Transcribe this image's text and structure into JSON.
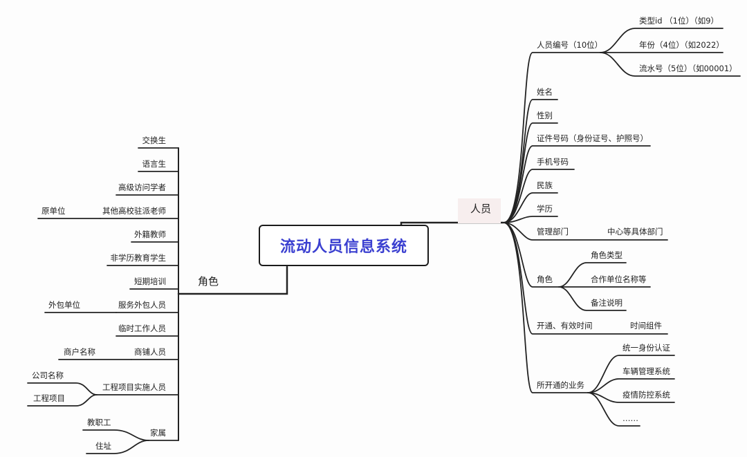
{
  "root": {
    "title": "流动人员信息系统"
  },
  "right": {
    "label": "人员",
    "id_node": {
      "label": "人员编号（10位）",
      "children": [
        "类型id （1位）（如9）",
        "年份（4位）（如2022）",
        "流水号（5位）（如00001）"
      ]
    },
    "name": "姓名",
    "gender": "性别",
    "id_card": "证件号码（身份证号、护照号）",
    "phone": "手机号码",
    "ethnicity": "民族",
    "education": "学历",
    "dept": {
      "label": "管理部门",
      "child": "中心等具体部门"
    },
    "role": {
      "label": "角色",
      "children": [
        "角色类型",
        "合作单位名称等",
        "备注说明"
      ]
    },
    "time": {
      "label": "开通、有效时间",
      "child": "时间组件"
    },
    "business": {
      "label": "所开通的业务",
      "children": [
        "统一身份认证",
        "车辆管理系统",
        "疫情防控系统",
        "……"
      ]
    }
  },
  "left": {
    "label": "角色",
    "items": {
      "exchange": "交换生",
      "language": "语言生",
      "visiting": "高级访问学者",
      "other_teacher": "其他高校驻派老师",
      "original_unit": "原单位",
      "foreign_teacher": "外籍教师",
      "non_degree": "非学历教育学生",
      "short_training": "短期培训",
      "outsource": "服务外包人员",
      "outsource_unit": "外包单位",
      "temp": "临时工作人员",
      "shop": "商铺人员",
      "shop_name": "商户名称",
      "project": "工程项目实施人员",
      "company": "公司名称",
      "project_name": "工程项目",
      "family": "家属",
      "staff": "教职工",
      "address": "住址"
    }
  },
  "colors": {
    "line": "#222222",
    "title": "#3a3fd0",
    "persons_bg": "#f7eeee"
  }
}
